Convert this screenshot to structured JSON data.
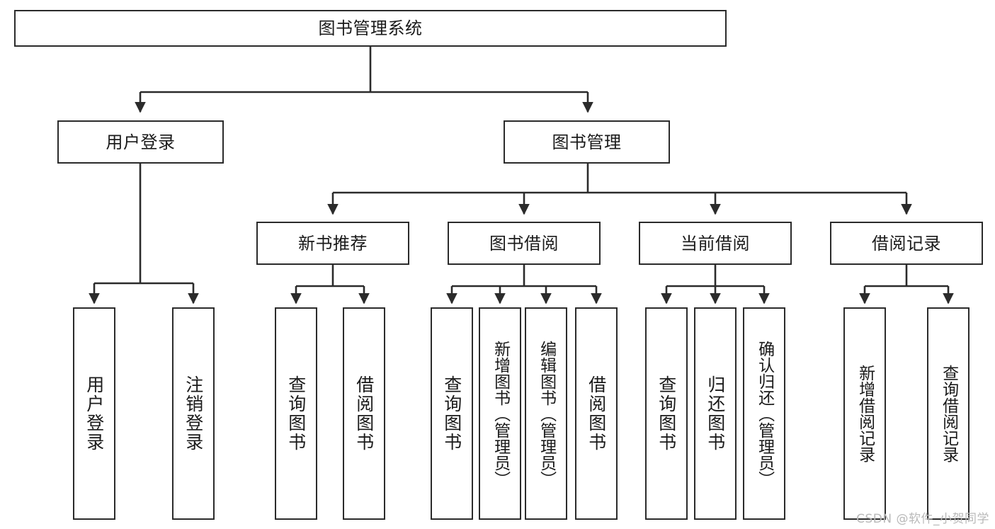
{
  "diagram": {
    "title": "图书管理系统",
    "type": "tree-hierarchy",
    "watermark": "CSDN @软件_小贺同学",
    "stroke_color": "#2b2b2b",
    "fill_color": "#ffffff",
    "text_color": "#1a1a1a",
    "watermark_color": "#b9b9b9"
  },
  "nodes": {
    "root": {
      "label": "图书管理系统"
    },
    "level2": [
      {
        "id": "user-login",
        "label": "用户登录"
      },
      {
        "id": "book-management",
        "label": "图书管理"
      }
    ],
    "level3": [
      {
        "id": "new-book-recommend",
        "label": "新书推荐"
      },
      {
        "id": "book-borrow",
        "label": "图书借阅"
      },
      {
        "id": "current-borrow",
        "label": "当前借阅"
      },
      {
        "id": "borrow-record",
        "label": "借阅记录"
      }
    ],
    "leaves": {
      "user-login": [
        {
          "id": "leaf-user-login",
          "label": "用户登录"
        },
        {
          "id": "leaf-logout-login",
          "label": "注销登录"
        }
      ],
      "new-book-recommend": [
        {
          "id": "leaf-query-book-1",
          "label": "查询图书"
        },
        {
          "id": "leaf-borrow-book-1",
          "label": "借阅图书"
        }
      ],
      "book-borrow": [
        {
          "id": "leaf-query-book-2",
          "label": "查询图书"
        },
        {
          "id": "leaf-add-book",
          "label": "新增图书（管理员）"
        },
        {
          "id": "leaf-edit-book",
          "label": "编辑图书（管理员）"
        },
        {
          "id": "leaf-borrow-book-2",
          "label": "借阅图书"
        }
      ],
      "current-borrow": [
        {
          "id": "leaf-query-book-3",
          "label": "查询图书"
        },
        {
          "id": "leaf-return-book",
          "label": "归还图书"
        },
        {
          "id": "leaf-confirm-return",
          "label": "确认归还（管理员）"
        }
      ],
      "borrow-record": [
        {
          "id": "leaf-add-record",
          "label": "新增借阅记录"
        },
        {
          "id": "leaf-query-record",
          "label": "查询借阅记录"
        }
      ]
    }
  }
}
